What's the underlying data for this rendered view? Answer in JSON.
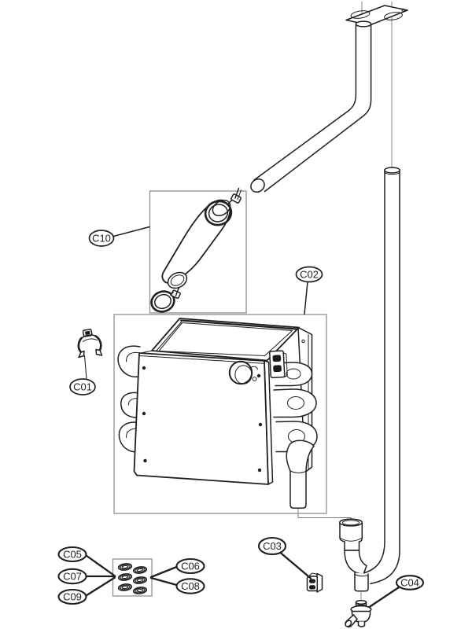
{
  "diagram": {
    "type": "exploded-parts-diagram",
    "colors": {
      "background": "#ffffff",
      "line": "#1f1f1f",
      "box_border": "#8f8f8f",
      "centerline": "#7a7a7a",
      "slot_fill": "#1a1a1a",
      "gasket_fill": "#bfbfbf"
    },
    "callouts": [
      {
        "id": "c01",
        "text": "C01"
      },
      {
        "id": "c02",
        "text": "C02"
      },
      {
        "id": "c03",
        "text": "C03"
      },
      {
        "id": "c04",
        "text": "C04"
      },
      {
        "id": "c05",
        "text": "C05"
      },
      {
        "id": "c06",
        "text": "C06"
      },
      {
        "id": "c07",
        "text": "C07"
      },
      {
        "id": "c08",
        "text": "C08"
      },
      {
        "id": "c09",
        "text": "C09"
      },
      {
        "id": "c10",
        "text": "C10"
      }
    ]
  }
}
